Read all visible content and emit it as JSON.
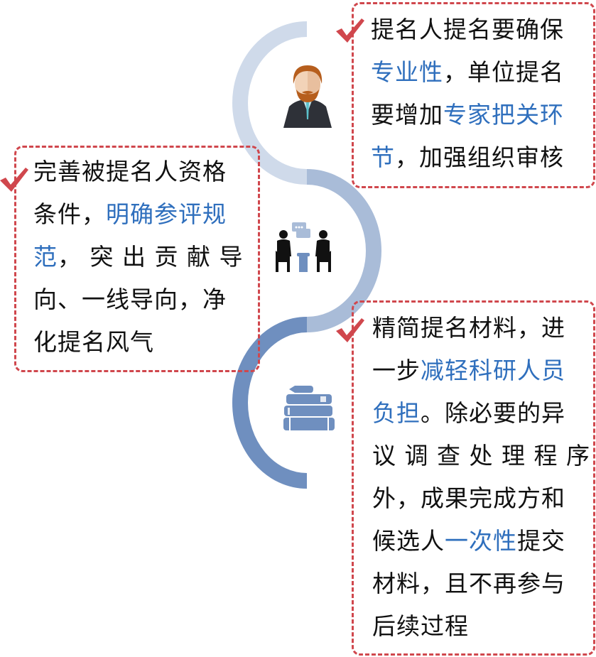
{
  "colors": {
    "arc_top": "#cfdaea",
    "arc_middle": "#a9bcd8",
    "arc_bottom": "#6f8fbf",
    "border_dashed": "#d0474d",
    "checkmark": "#d0474d",
    "highlight_text": "#2f6fbd",
    "body_text": "#111111"
  },
  "items": [
    {
      "id": "top-right",
      "icon": "person-icon",
      "lines": [
        [
          {
            "t": "提名人提名要确保",
            "hl": false
          }
        ],
        [
          {
            "t": "专业性",
            "hl": true
          },
          {
            "t": "，单位提名",
            "hl": false
          }
        ],
        [
          {
            "t": "要增加",
            "hl": false
          },
          {
            "t": "专家把关环",
            "hl": true
          }
        ],
        [
          {
            "t": "节",
            "hl": true
          },
          {
            "t": "，加强组织审核",
            "hl": false
          }
        ]
      ]
    },
    {
      "id": "left",
      "icon": "meeting-icon",
      "lines": [
        [
          {
            "t": "完善被提名人资格",
            "hl": false
          }
        ],
        [
          {
            "t": "条件，",
            "hl": false
          },
          {
            "t": "明确参评规",
            "hl": true
          }
        ],
        [
          {
            "t": "范",
            "hl": true
          },
          {
            "t": "， 突 出 贡 献 导",
            "hl": false
          }
        ],
        [
          {
            "t": "向、一线导向，净",
            "hl": false
          }
        ],
        [
          {
            "t": "化提名风气",
            "hl": false
          }
        ]
      ]
    },
    {
      "id": "bottom-right",
      "icon": "books-icon",
      "lines": [
        [
          {
            "t": "精简提名材料，进",
            "hl": false
          }
        ],
        [
          {
            "t": "一步",
            "hl": false
          },
          {
            "t": "减轻科研人员",
            "hl": true
          }
        ],
        [
          {
            "t": "负担",
            "hl": true
          },
          {
            "t": "。除必要的异",
            "hl": false
          }
        ],
        [
          {
            "t": "议 调 查 处 理 程 序",
            "hl": false
          }
        ],
        [
          {
            "t": "外，成果完成方和",
            "hl": false
          }
        ],
        [
          {
            "t": "候选人",
            "hl": false
          },
          {
            "t": "一次性",
            "hl": true
          },
          {
            "t": "提交",
            "hl": false
          }
        ],
        [
          {
            "t": "材料，且不再参与",
            "hl": false
          }
        ],
        [
          {
            "t": "后续过程",
            "hl": false
          }
        ]
      ]
    }
  ]
}
